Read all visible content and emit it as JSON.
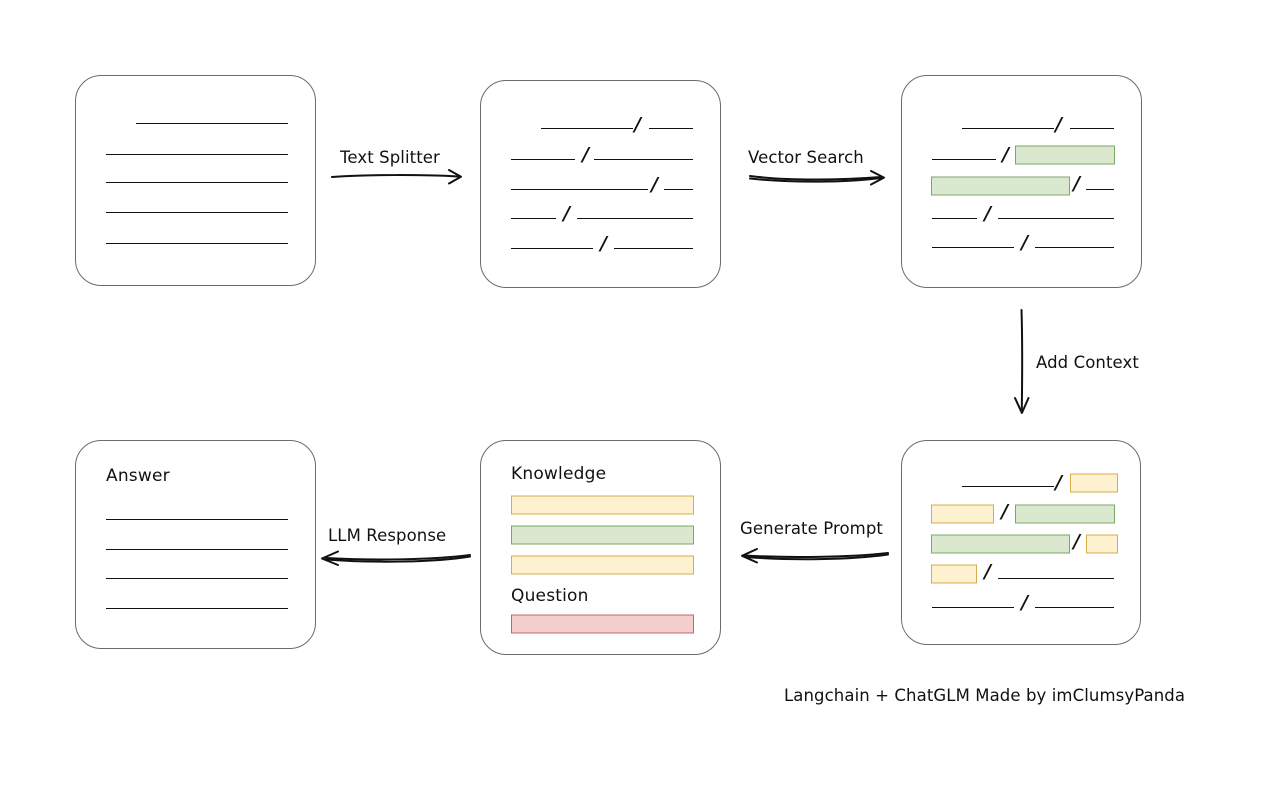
{
  "diagram": {
    "caption": "Langchain + ChatGLM Made by imClumsyPanda",
    "edges": [
      {
        "id": "text-splitter",
        "label": "Text Splitter"
      },
      {
        "id": "vector-search",
        "label": "Vector Search"
      },
      {
        "id": "add-context",
        "label": "Add Context"
      },
      {
        "id": "generate-prompt",
        "label": "Generate Prompt"
      },
      {
        "id": "llm-response",
        "label": "LLM Response"
      }
    ],
    "colors": {
      "node_border": "#6b6b6b",
      "line": "#111111",
      "chip_yellow_fill": "#fdf1cf",
      "chip_yellow_border": "#d7ac4c",
      "chip_green_fill": "#d9e8cf",
      "chip_green_border": "#7ba862",
      "chip_red_fill": "#f3cfcf",
      "chip_red_border": "#c36565"
    },
    "nodes": [
      {
        "id": "source-document",
        "title": "",
        "rows": [
          {
            "type": "rule",
            "segments": [
              "text"
            ]
          },
          {
            "type": "rule",
            "segments": [
              "text"
            ]
          },
          {
            "type": "rule",
            "segments": [
              "text"
            ]
          },
          {
            "type": "rule",
            "segments": [
              "text"
            ]
          },
          {
            "type": "rule",
            "segments": [
              "text"
            ]
          }
        ]
      },
      {
        "id": "split-chunks",
        "title": "",
        "rows": [
          {
            "type": "split",
            "segments": [
              "text",
              "/",
              "text"
            ]
          },
          {
            "type": "split",
            "segments": [
              "text",
              "/",
              "text"
            ]
          },
          {
            "type": "split",
            "segments": [
              "text",
              "/",
              "text"
            ]
          },
          {
            "type": "split",
            "segments": [
              "text",
              "/",
              "text"
            ]
          },
          {
            "type": "split",
            "segments": [
              "text",
              "/",
              "text"
            ]
          }
        ]
      },
      {
        "id": "matched-chunks",
        "title": "",
        "rows": [
          {
            "type": "split",
            "segments": [
              "text",
              "/",
              "text"
            ]
          },
          {
            "type": "split",
            "segments": [
              "text",
              "/",
              "green"
            ]
          },
          {
            "type": "split",
            "segments": [
              "green",
              "/",
              "text"
            ]
          },
          {
            "type": "split",
            "segments": [
              "text",
              "/",
              "text"
            ]
          },
          {
            "type": "split",
            "segments": [
              "text",
              "/",
              "text"
            ]
          }
        ]
      },
      {
        "id": "context-chunks",
        "title": "",
        "rows": [
          {
            "type": "split",
            "segments": [
              "text",
              "/",
              "yellow"
            ]
          },
          {
            "type": "split",
            "segments": [
              "yellow",
              "/",
              "green"
            ]
          },
          {
            "type": "split",
            "segments": [
              "green",
              "/",
              "yellow"
            ]
          },
          {
            "type": "split",
            "segments": [
              "yellow",
              "/",
              "text"
            ]
          },
          {
            "type": "split",
            "segments": [
              "text",
              "/",
              "text"
            ]
          }
        ]
      },
      {
        "id": "prompt",
        "headings": {
          "knowledge": "Knowledge",
          "question": "Question"
        },
        "rows": [
          {
            "type": "chip",
            "color": "yellow"
          },
          {
            "type": "chip",
            "color": "green"
          },
          {
            "type": "chip",
            "color": "yellow"
          },
          {
            "type": "chip",
            "color": "red"
          }
        ]
      },
      {
        "id": "answer",
        "title": "Answer",
        "rows": [
          {
            "type": "rule",
            "segments": [
              "text"
            ]
          },
          {
            "type": "rule",
            "segments": [
              "text"
            ]
          },
          {
            "type": "rule",
            "segments": [
              "text"
            ]
          },
          {
            "type": "rule",
            "segments": [
              "text"
            ]
          }
        ]
      }
    ]
  }
}
